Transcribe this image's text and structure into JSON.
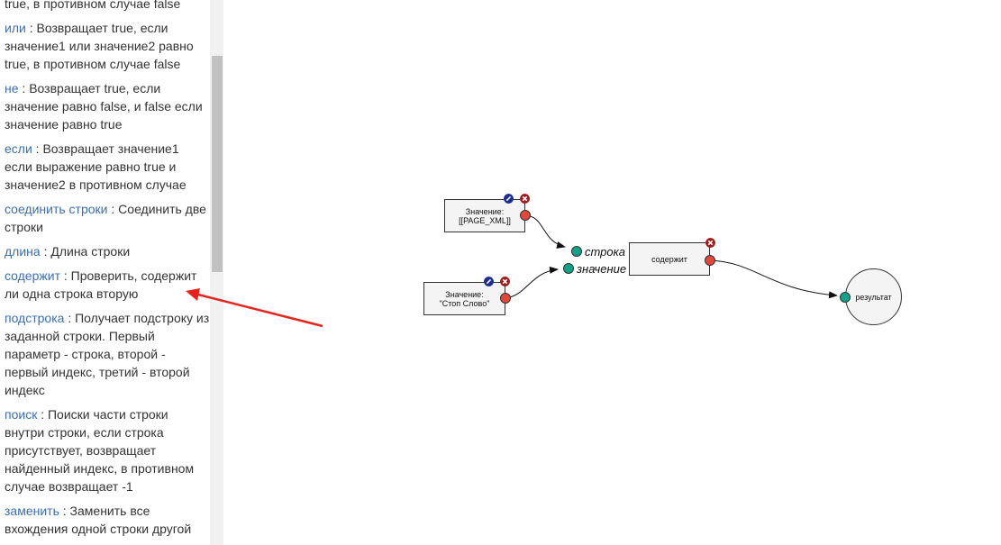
{
  "functions": [
    {
      "name": "",
      "desc": "true, в противном случае false"
    },
    {
      "name": "или",
      "desc": "Возвращает true, если значение1 или значение2 равно true, в противном случае false"
    },
    {
      "name": "не",
      "desc": "Возвращает true, если значение равно false, и false если значение равно true"
    },
    {
      "name": "если",
      "desc": "Возвращает значение1 если выражение равно true и значение2 в противном случае"
    },
    {
      "name": "соединить строки",
      "desc": "Соединить две строки"
    },
    {
      "name": "длина",
      "desc": "Длина строки"
    },
    {
      "name": "содержит",
      "desc": "Проверить, содержит ли одна строка вторую"
    },
    {
      "name": "подстрока",
      "desc": "Получает подстроку из заданной строки. Первый параметр - строка, второй - первый индекс, третий - второй индекс"
    },
    {
      "name": "поиск",
      "desc": "Поиски части строки внутри строки, если строка присутствует, возвращает найденный индекс, в противном случае возвращает -1"
    },
    {
      "name": "заменить",
      "desc": "Заменить все вхождения одной строки другой"
    }
  ],
  "separator": " : ",
  "diagram": {
    "value_node_1": {
      "label_line1": "Значение:",
      "label_line2": "[[PAGE_XML]]"
    },
    "value_node_2": {
      "label_line1": "Значение:",
      "label_line2": "\"Стоп Слово\""
    },
    "contains_node": {
      "label": "содержит",
      "inputs": [
        "строка",
        "значение"
      ]
    },
    "result_node": {
      "label": "результат"
    }
  },
  "icons": {
    "edit": "pencil-icon",
    "delete": "close-icon"
  },
  "colors": {
    "link": "#3a6fb0",
    "output_port": "#e0483c",
    "input_port": "#15a08a",
    "edit_btn": "#1d2e8f",
    "delete_btn": "#a11c1c",
    "annotation_arrow": "#e8231e"
  }
}
